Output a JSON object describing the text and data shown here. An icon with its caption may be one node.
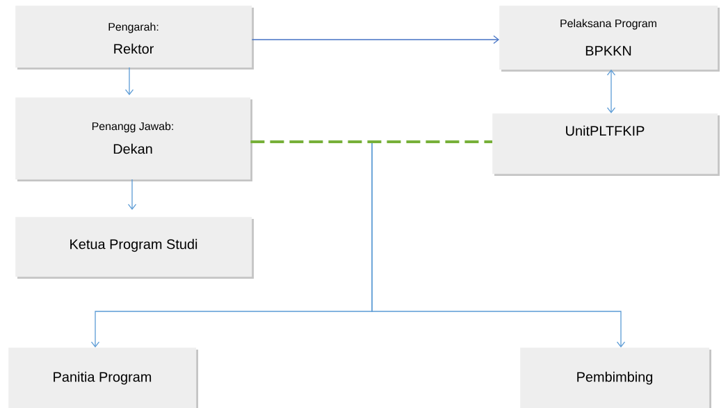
{
  "diagram": {
    "nodes": [
      {
        "text": [
          "Pengarah:",
          "Rektor"
        ]
      },
      {
        "text": [
          "Pelaksana Program",
          "BPKKN"
        ]
      },
      {
        "text": [
          "Penangg Jawab:",
          "Dekan"
        ]
      },
      {
        "text": [
          "UnitPLTFKIP"
        ]
      },
      {
        "text": [
          "Ketua Program Studi"
        ]
      },
      {
        "text": [
          "Panitia Program"
        ]
      },
      {
        "text": [
          "Pembimbing"
        ]
      }
    ],
    "edges": [
      {
        "from": 0,
        "to": 1,
        "arrow": "to",
        "color": "#4472c4"
      },
      {
        "from": 0,
        "to": 2,
        "arrow": "to"
      },
      {
        "from": 1,
        "to": 3,
        "arrow": "both"
      },
      {
        "from": 2,
        "to": 4,
        "arrow": "to"
      },
      {
        "from": 2,
        "to": 3,
        "arrow": "none",
        "style": "dashed",
        "color": "#77b039"
      },
      {
        "from": null,
        "to": 5,
        "arrow": "to"
      },
      {
        "from": null,
        "to": 6,
        "arrow": "to"
      }
    ]
  }
}
